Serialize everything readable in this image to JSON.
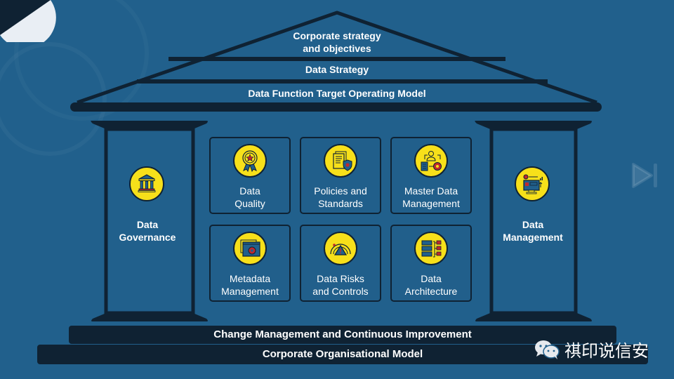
{
  "roof": {
    "apex": "Corporate strategy\nand objectives",
    "apex_line1": "Corporate strategy",
    "apex_line2": "and objectives",
    "tier2": "Data Strategy",
    "tier3": "Data Function Target Operating Model"
  },
  "pillars": {
    "left": {
      "line1": "Data",
      "line2": "Governance",
      "icon": "bank-building-icon"
    },
    "right": {
      "line1": "Data",
      "line2": "Management",
      "icon": "computer-analytics-icon"
    }
  },
  "cards": [
    {
      "line1": "Data",
      "line2": "Quality",
      "icon": "award-badge-icon"
    },
    {
      "line1": "Policies and",
      "line2": "Standards",
      "icon": "document-shield-icon"
    },
    {
      "line1": "Master Data",
      "line2": "Management",
      "icon": "user-workflow-icon"
    },
    {
      "line1": "Metadata",
      "line2": "Management",
      "icon": "window-gear-icon"
    },
    {
      "line1": "Data Risks",
      "line2": "and Controls",
      "icon": "risk-gauge-icon"
    },
    {
      "line1": "Data",
      "line2": "Architecture",
      "icon": "server-hierarchy-icon"
    }
  ],
  "foundation": {
    "upper": "Change Management and Continuous Improvement",
    "lower": "Corporate Organisational Model"
  },
  "watermark": {
    "text": "祺印说信安",
    "icon": "wechat-icon"
  },
  "colors": {
    "background": "#21608c",
    "structure": "#0f2233",
    "icon_fill": "#f7e01a",
    "accent_red": "#c0282d"
  }
}
